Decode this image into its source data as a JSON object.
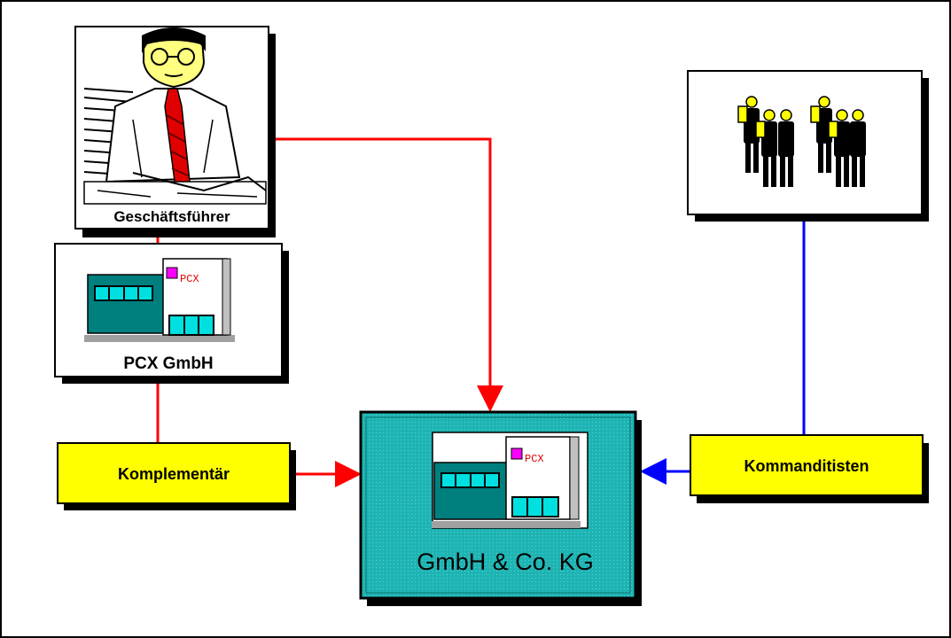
{
  "nodes": {
    "geschaeftsfuehrer": {
      "label": "Geschäftsführer",
      "icon": "businessman-at-desk-icon"
    },
    "pcx_gmbh": {
      "label": "PCX GmbH",
      "logo": "PCX",
      "icon": "company-building-icon"
    },
    "komplementaer": {
      "label": "Komplementär"
    },
    "gmbh_co_kg": {
      "label": "GmbH & Co. KG",
      "logo": "PCX",
      "icon": "company-building-icon"
    },
    "kommanditisten": {
      "label": "Kommanditisten"
    },
    "kommanditisten_group": {
      "icon": "shareholders-group-icon"
    }
  },
  "colors": {
    "red_line": "#ff0000",
    "blue_line": "#0000ff",
    "label_box": "#ffff00",
    "center_box": "#1fb4b4",
    "building_dark": "#007f7f",
    "building_window": "#00e0e0",
    "logo_square": "#ff00ff"
  }
}
